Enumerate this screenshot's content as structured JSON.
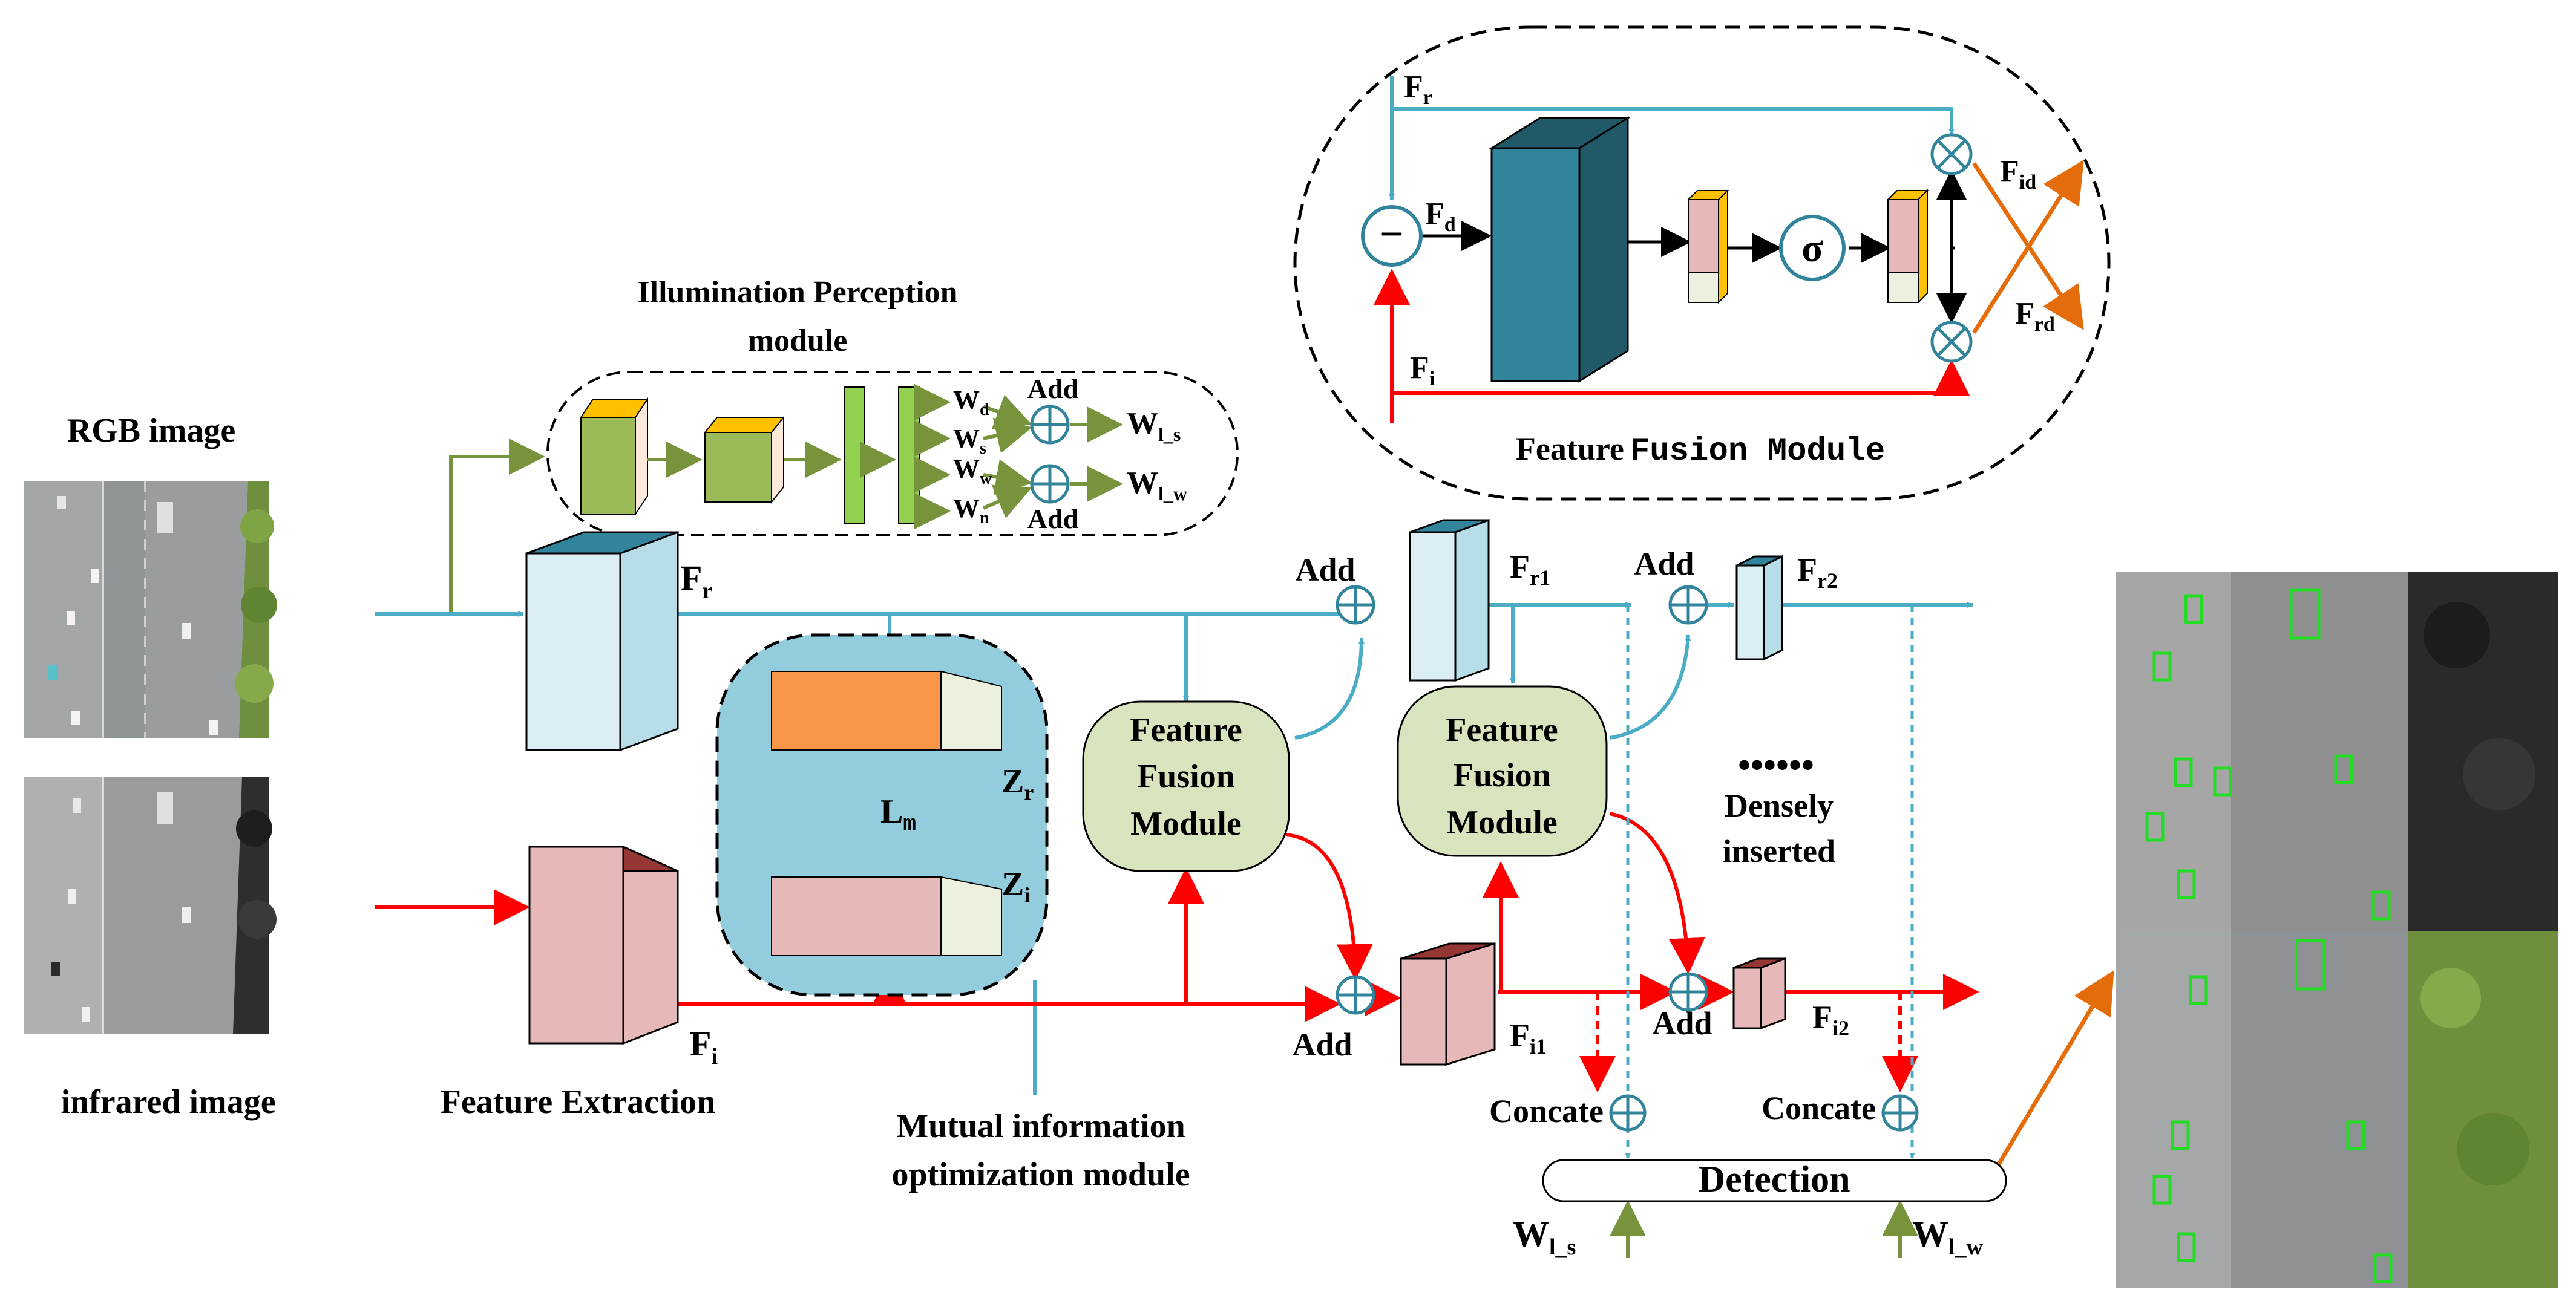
{
  "labels": {
    "rgb_image": "RGB image",
    "infrared_image": "infrared image",
    "feature_extraction": "Feature Extraction",
    "illumination_module_line1": "Illumination Perception",
    "illumination_module_line2": "module",
    "mutual_info_line1": "Mutual information",
    "mutual_info_line2": "optimization module",
    "ffm_line1": "Feature",
    "ffm_line2": "Fusion",
    "ffm_line3": "Module",
    "ffm_detail_title_a": "Feature",
    "ffm_detail_title_b": "Fusion Module",
    "add": "Add",
    "concate": "Concate",
    "detection": "Detection",
    "dots": "••••••",
    "densely_line1": "Densely",
    "densely_line2": "inserted",
    "sigma": "σ",
    "minus": "−"
  },
  "symbols": {
    "F": "F",
    "W": "W",
    "Z": "Z",
    "L": "L",
    "sub_r": "r",
    "sub_i": "i",
    "sub_d": "d",
    "sub_id": "id",
    "sub_rd": "rd",
    "sub_r1": "r1",
    "sub_r2": "r2",
    "sub_i1": "i1",
    "sub_i2": "i2",
    "sub_s": "s",
    "sub_w": "w",
    "sub_n": "n",
    "sub_ls": "l_s",
    "sub_lw": "l_w",
    "sub_m": "m"
  },
  "colors": {
    "rgb_stream": "#4BACC6",
    "ir_stream": "#FF0000",
    "illumination": "#77933C",
    "cross": "#E46C0A",
    "ffm_fill": "#D7E4BD",
    "block_light_blue": "#DAEEF3",
    "block_teal": "#31849B",
    "block_pink": "#E6B9B8",
    "block_maroon": "#953735",
    "block_green": "#9BBB59",
    "block_orange": "#F79646",
    "block_yellow": "#FFC000",
    "mi_fill": "#93CDDD"
  },
  "icons": [
    "circle-plus-icon",
    "circle-times-icon",
    "circle-minus-icon",
    "sigma-icon"
  ]
}
